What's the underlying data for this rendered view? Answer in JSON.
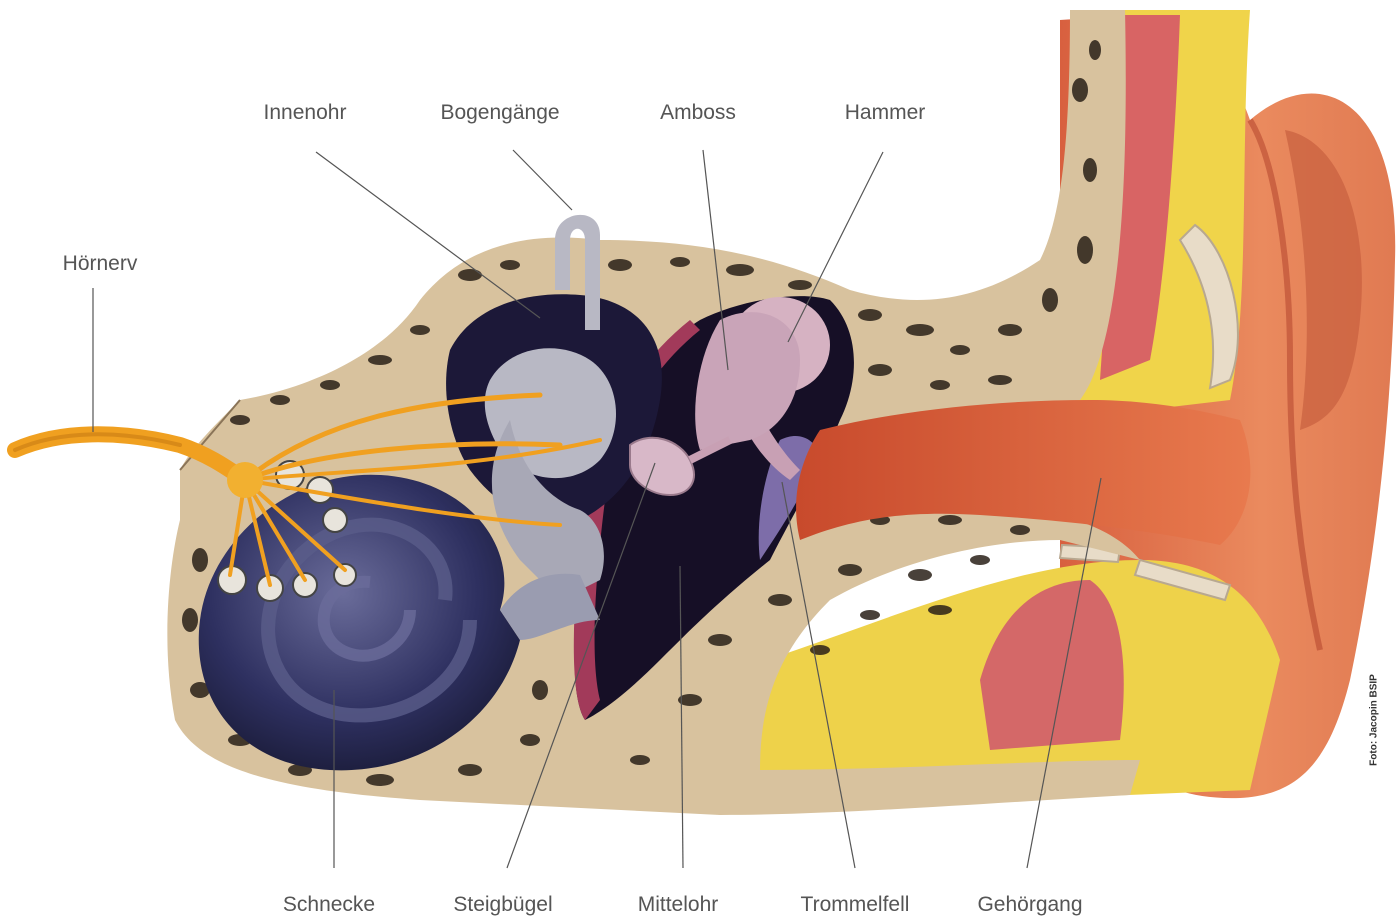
{
  "labels": {
    "innenohr": "Innenohr",
    "bogengaenge": "Bogengänge",
    "amboss": "Amboss",
    "hammer": "Hammer",
    "hoernerv": "Hörnerv",
    "schnecke": "Schnecke",
    "steigbuegel": "Steigbügel",
    "mittelohr": "Mittelohr",
    "trommelfell": "Trommelfell",
    "gehoergang": "Gehörgang"
  },
  "credit": "Foto: Jacopin BSIP",
  "colors": {
    "bone": "#d9c3a0",
    "bone_pores": "#2a2018",
    "skin": "#e8805a",
    "skin_dark": "#c8553a",
    "fat": "#f0d850",
    "muscle": "#d86868",
    "cochlea": "#2c2e5a",
    "cavity": "#14102a",
    "ossicles": "#cfa8b8",
    "labyrinth": "#b8b8c4",
    "nerve": "#f0a020",
    "eardrum": "#8878b8",
    "leader_line": "#555555",
    "label_text": "#555555"
  }
}
